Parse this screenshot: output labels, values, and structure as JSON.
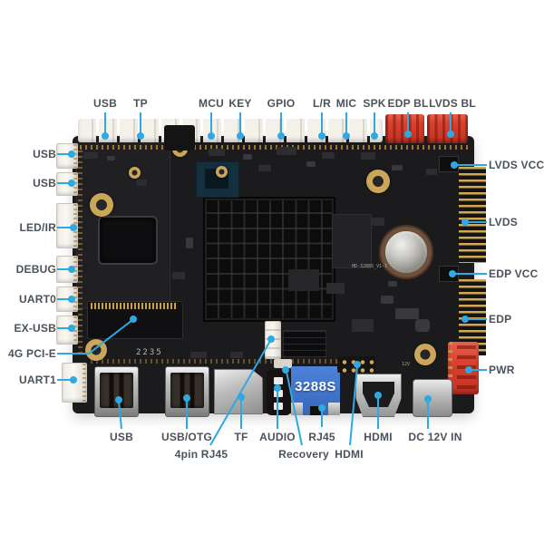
{
  "labels": {
    "top": [
      "USB",
      "TP",
      "MCU",
      "KEY",
      "GPIO",
      "L/R",
      "MIC",
      "SPK",
      "EDP BL",
      "LVDS BL"
    ],
    "left": [
      "USB",
      "USB",
      "LED/IR",
      "DEBUG",
      "UART0",
      "EX-USB",
      "4G PCI-E",
      "UART1"
    ],
    "right": [
      "LVDS VCC",
      "LVDS",
      "EDP VCC",
      "EDP",
      "PWR"
    ],
    "bottom_row1": [
      "USB",
      "USB/OTG",
      "TF",
      "AUDIO",
      "RJ45",
      "HDMI",
      "DC 12V IN"
    ],
    "bottom_row2": [
      "4pin RJ45",
      "Recovery",
      "HDMI"
    ]
  },
  "board": {
    "rj45_chip_text": "3288S",
    "silkscreen_model": "HD-3288S_V1-1",
    "silkscreen_date": "2235",
    "dc_marking": "12V"
  },
  "colors": {
    "leader_line": "#2FA9E1",
    "label_text": "#4A525B",
    "connector_red": "#D8412F",
    "rj45_blue": "#3F73C8",
    "pcb_black": "#1B1B1D",
    "gold": "#C9A052"
  }
}
